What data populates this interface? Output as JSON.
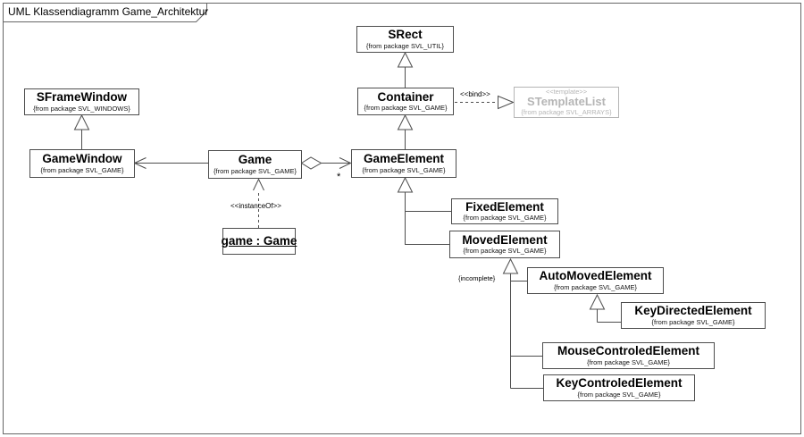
{
  "diagram_title": "UML Klassendiagramm Game_Architektur",
  "classes": [
    {
      "name": "SRect",
      "package": "{from package SVL_UTIL}"
    },
    {
      "name": "Container",
      "package": "{from package SVL_GAME}"
    },
    {
      "name": "STemplateList",
      "package": "{from package SVL_ARRAYS}",
      "stereotype": "<<template>>"
    },
    {
      "name": "SFrameWindow",
      "package": "{from package SVL_WINDOWS}"
    },
    {
      "name": "GameWindow",
      "package": "{from package SVL_GAME}"
    },
    {
      "name": "Game",
      "package": "{from package SVL_GAME}"
    },
    {
      "name": "GameElement",
      "package": "{from package SVL_GAME}"
    },
    {
      "name": "FixedElement",
      "package": "{from package SVL_GAME}"
    },
    {
      "name": "MovedElement",
      "package": "{from package SVL_GAME}"
    },
    {
      "name": "AutoMovedElement",
      "package": "{from package SVL_GAME}"
    },
    {
      "name": "KeyDirectedElement",
      "package": "{from package SVL_GAME}"
    },
    {
      "name": "MouseControledElement",
      "package": "{from package SVL_GAME}"
    },
    {
      "name": "KeyControledElement",
      "package": "{from package SVL_GAME}"
    }
  ],
  "object_instance": {
    "name": "game : Game"
  },
  "edge_labels": {
    "bind": "<<bind>>",
    "instance_of": "<<instanceOf>>",
    "incomplete": "{incomplete}",
    "multiplicity": "*"
  },
  "colors": {
    "line": "#4d4d4d",
    "frame": "#666666",
    "muted": "#b5b5b5",
    "background": "#ffffff"
  }
}
